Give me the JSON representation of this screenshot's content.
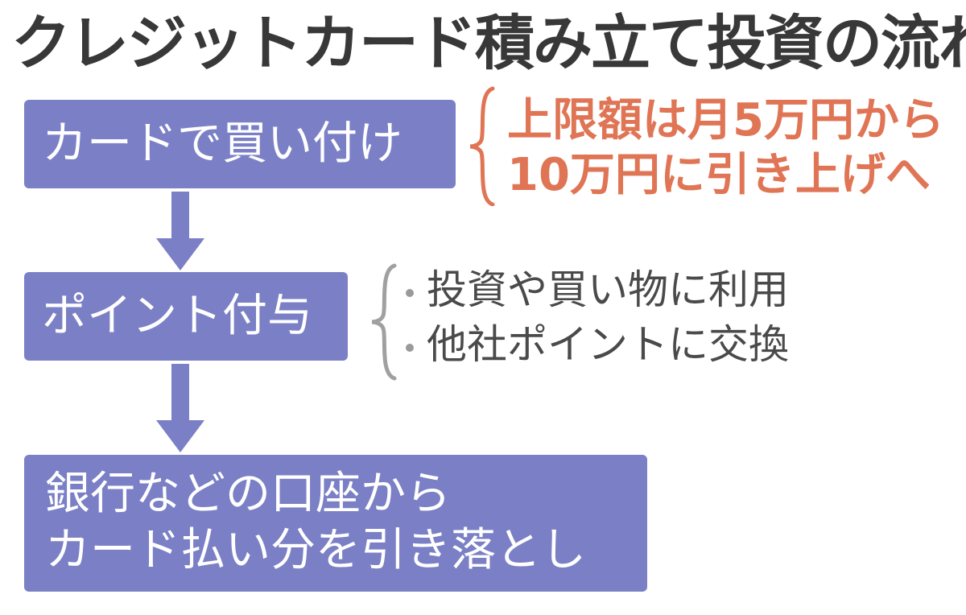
{
  "title": "クレジットカード積み立て投資の流れ",
  "steps": [
    {
      "lines": [
        "カードで買い付け"
      ]
    },
    {
      "lines": [
        "ポイント付与"
      ]
    },
    {
      "lines": [
        "銀行などの口座から",
        "カード払い分を引き落とし"
      ]
    }
  ],
  "callout": {
    "lines": [
      "上限額は月5万円から",
      "10万円に引き上げへ"
    ],
    "color": "#e07555"
  },
  "point_uses": {
    "items": [
      "投資や買い物に利用",
      "他社ポイントに交換"
    ]
  },
  "colors": {
    "box": "#7b80c6",
    "title": "#383838",
    "accent": "#e07555",
    "brace_orange": "#e07555",
    "brace_gray": "#a0a0a0"
  }
}
